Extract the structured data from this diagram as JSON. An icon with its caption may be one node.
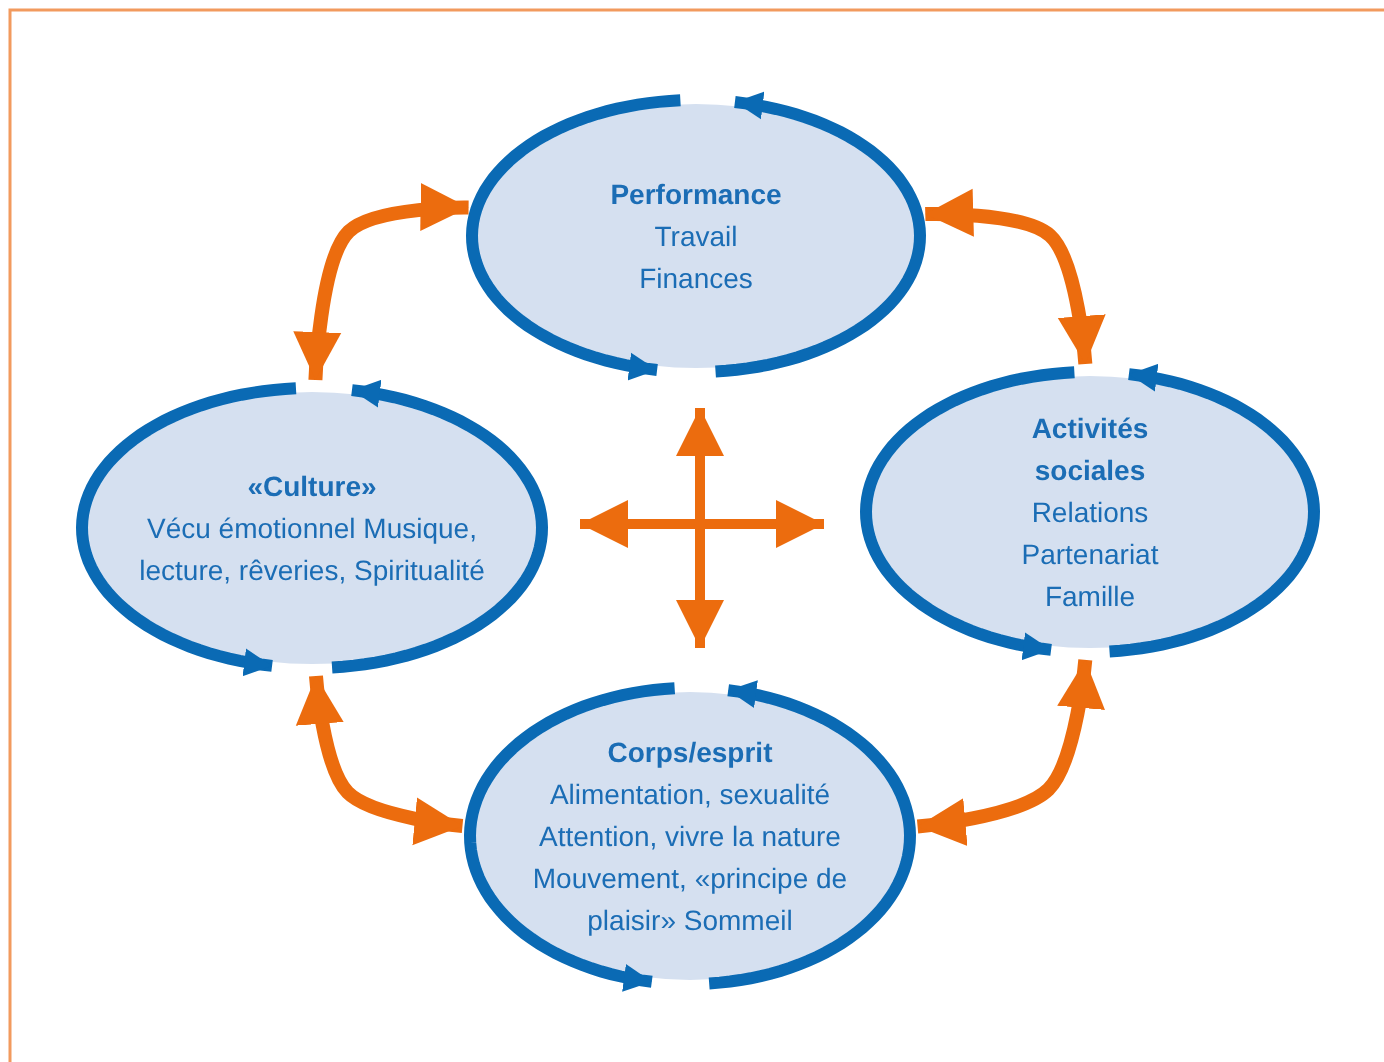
{
  "diagram": {
    "nodes": [
      {
        "text": [
          "Performance",
          "Travail Finances"
        ]
      },
      {
        "text": [
          "«Culture»",
          "Vécu émotionnel Musique, lecture, rêveries, Spiritualité"
        ]
      },
      {
        "text": [
          "Activités sociales",
          "Relations Partenariat Famille"
        ]
      },
      {
        "text": [
          "Corps/esprit",
          "Alimentation, sexualité Attention, vivre la nature Mouvement, «principe de plaisir» Sommeil"
        ]
      }
    ],
    "edges": [
      {
        "from": 0,
        "to": 1,
        "arrow": "both"
      },
      {
        "from": 0,
        "to": 2,
        "arrow": "both"
      },
      {
        "from": 1,
        "to": 3,
        "arrow": "both"
      },
      {
        "from": 2,
        "to": 3,
        "arrow": "both"
      },
      {
        "from": 0,
        "to": 3,
        "arrow": "both"
      },
      {
        "from": 1,
        "to": 2,
        "arrow": "both"
      }
    ]
  }
}
